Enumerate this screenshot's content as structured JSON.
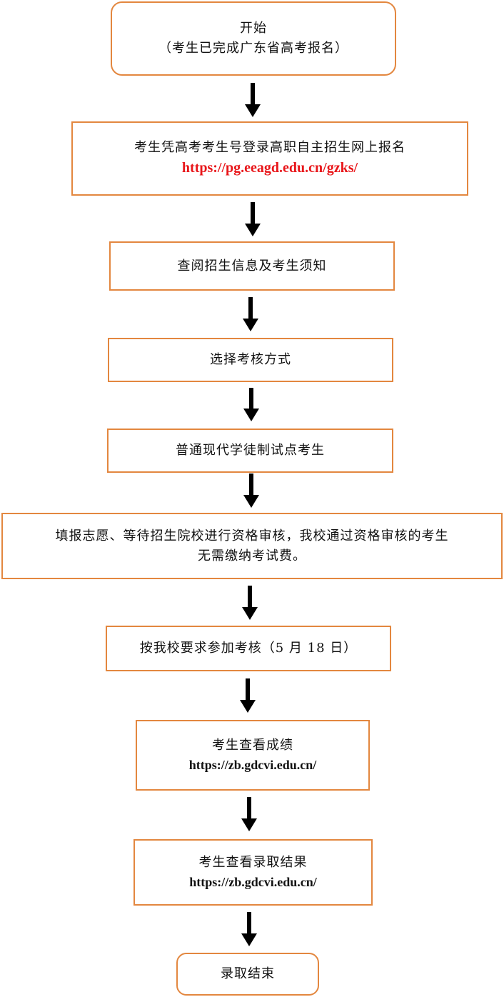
{
  "steps": {
    "start": {
      "line1": "开始",
      "line2": "（考生已完成广东省高考报名）"
    },
    "login": {
      "line1": "考生凭高考考生号登录高职自主招生网上报名",
      "url": "https://pg.eeagd.edu.cn/gzks/"
    },
    "read_info": {
      "line1": "查阅招生信息及考生须知"
    },
    "choose_mode": {
      "line1": "选择考核方式"
    },
    "apprentice": {
      "line1": "普通现代学徒制试点考生"
    },
    "fill_form": {
      "line1": "填报志愿、等待招生院校进行资格审核，我校通过资格审核的考生",
      "line2": "无需缴纳考试费。"
    },
    "exam": {
      "line1": "按我校要求参加考核（5 月 18 日）"
    },
    "view_score": {
      "line1": "考生查看成绩",
      "url": "https://zb.gdcvi.edu.cn/"
    },
    "view_admission": {
      "line1": "考生查看录取结果",
      "url": "https://zb.gdcvi.edu.cn/"
    },
    "end": {
      "line1": "录取结束"
    }
  },
  "colors": {
    "box_border": "#e3873f",
    "url_highlight": "#e8161a",
    "arrow": "#000000"
  }
}
